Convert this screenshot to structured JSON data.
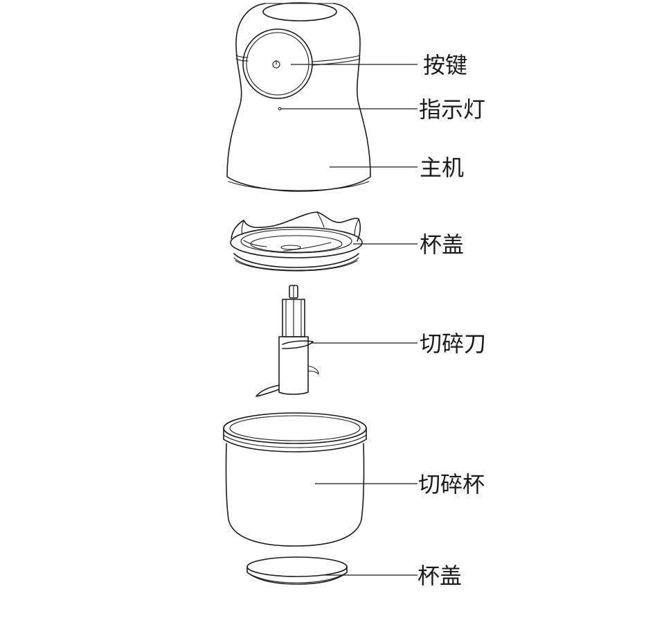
{
  "labels": {
    "button": "按键",
    "indicator": "指示灯",
    "main_unit": "主机",
    "cup_lid_top": "杯盖",
    "blade": "切碎刀",
    "cup": "切碎杯",
    "cup_lid_bottom": "杯盖"
  },
  "colors": {
    "line": "#1a1a1a",
    "background": "#ffffff"
  }
}
